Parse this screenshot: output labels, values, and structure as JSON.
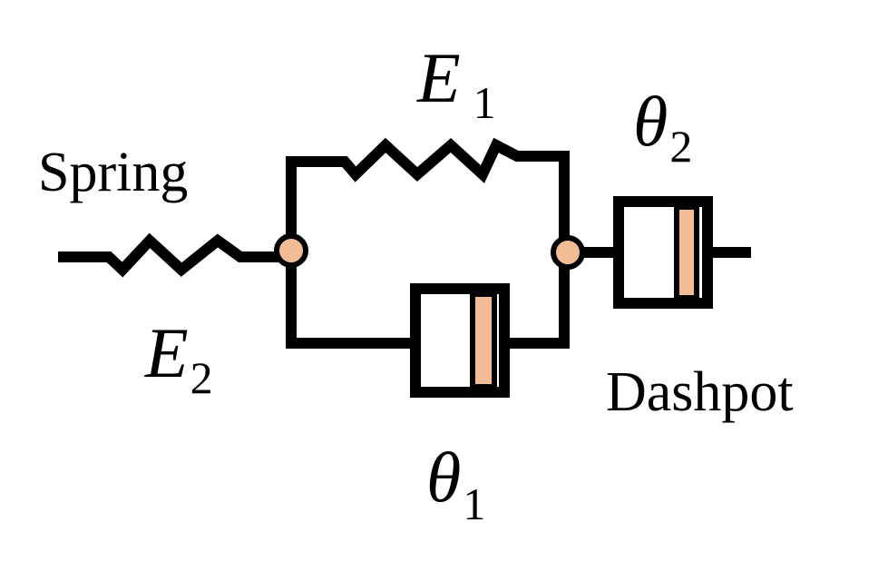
{
  "diagram": {
    "labels": {
      "spring": "Spring",
      "dashpot": "Dashpot",
      "e1": {
        "symbol": "E",
        "subscript": "1"
      },
      "e2": {
        "symbol": "E",
        "subscript": "2"
      },
      "theta1": {
        "symbol": "θ",
        "subscript": "1"
      },
      "theta2": {
        "symbol": "θ",
        "subscript": "2"
      }
    },
    "colors": {
      "line": "#000000",
      "node_fill": "#f2bc94",
      "piston_fill": "#f2bc94",
      "background": "#ffffff"
    }
  }
}
